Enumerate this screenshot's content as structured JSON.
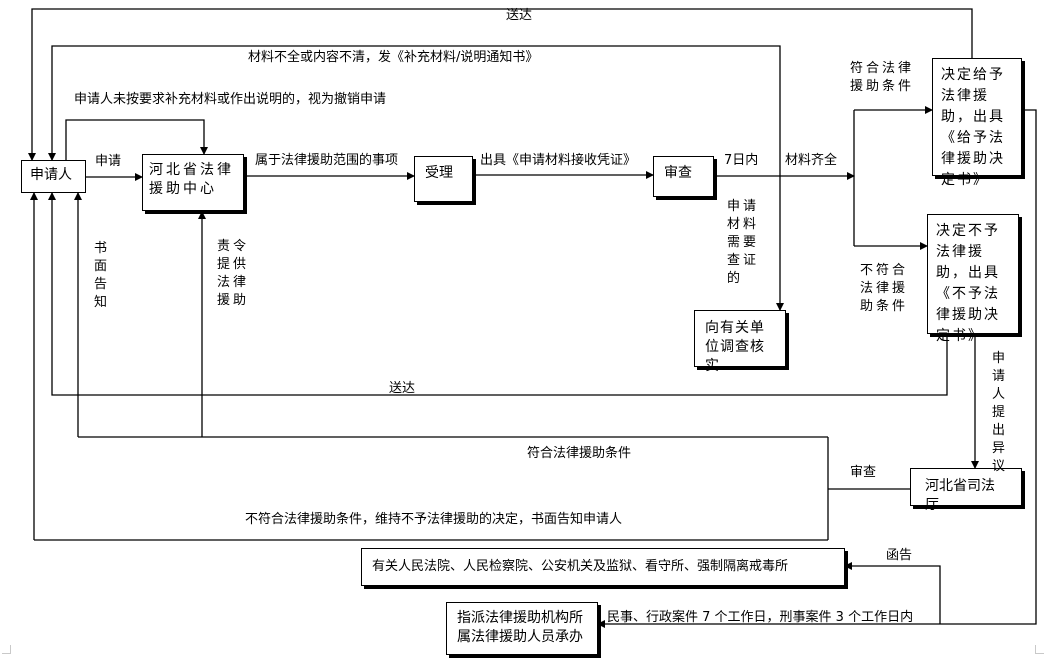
{
  "nodes": {
    "applicant": "申请人",
    "center": "河北省法律援助中心",
    "accept": "受理",
    "review": "审查",
    "verify": "向有关单位调查核实",
    "grant": "决定给予法律援助，出具《给予法律援助决定书》",
    "deny": "决定不予法律援助，出具《不予法律援助决定书》",
    "dept": "河北省司法厅",
    "court": "有关人民法院、人民检察院、公安机关及监狱、看守所、强制隔离戒毒所",
    "assign": "指派法律援助机构所属法律援助人员承办"
  },
  "labels": {
    "deliver_top": "送达",
    "incomplete": "材料不全或内容不清，发《补充材料/说明通知书》",
    "withdrawn": "申请人未按要求补充材料或作出说明的，视为撤销申请",
    "apply": "申请",
    "in_scope": "属于法律援助范围的事项",
    "receipt": "出具《申请材料接收凭证》",
    "seven_days": "7日内",
    "complete": "材料齐全",
    "qualify": "符合法律援助条件",
    "not_qualify": "不符合法律援助条件",
    "need_verify": "申请材料需要查证的",
    "written_notice": "书面告知",
    "order": "责令提供法律援助",
    "deliver_mid": "送达",
    "objection": "申请人提出异议",
    "review2": "审查",
    "qualify2": "符合法律援助条件",
    "maintain": "不符合法律援助条件，维持不予法律援助的决定，书面告知申请人",
    "letter": "函告",
    "deadline": "民事、行政案件 7 个工作日，刑事案件 3 个工作日内"
  }
}
